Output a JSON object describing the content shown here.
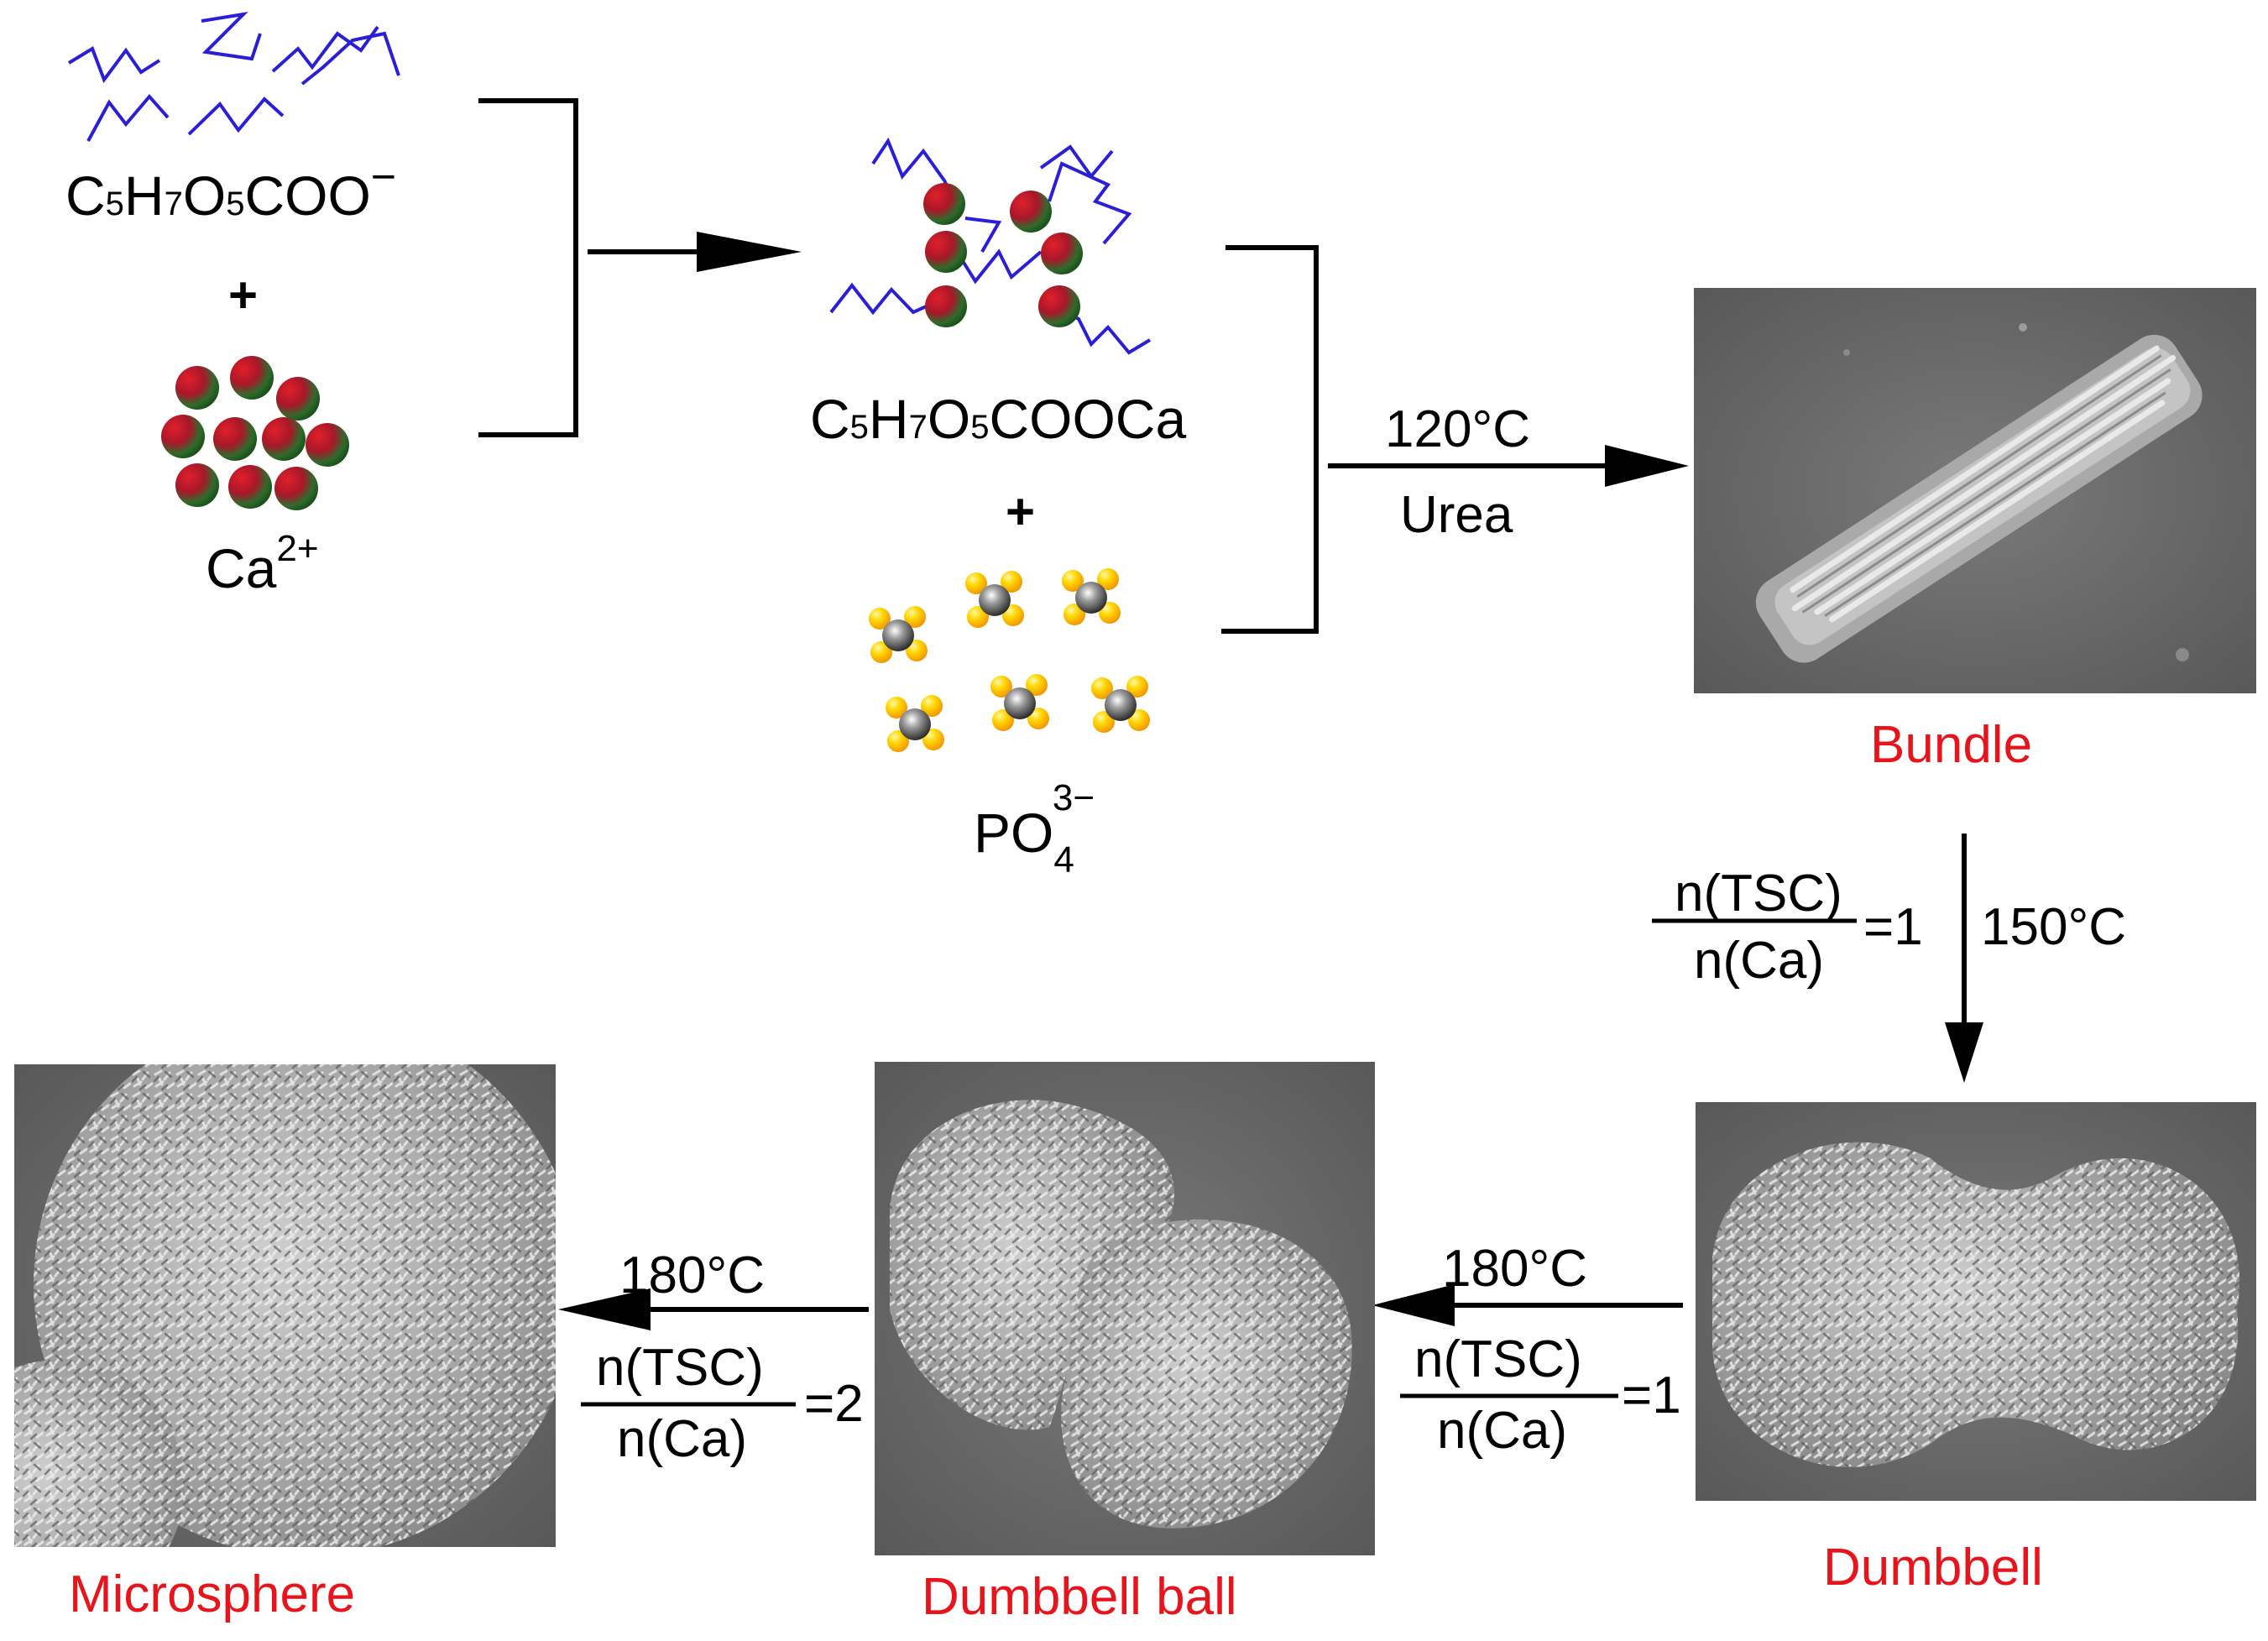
{
  "colors": {
    "chain": "#2b1fd6",
    "caption_red": "#e8141b",
    "arrow": "#000000",
    "sem_background": "#6f6f6f"
  },
  "reactants": {
    "citrate_formula": {
      "main": "C",
      "s1": "5",
      "m2": "H",
      "s2": "7",
      "m3": "O",
      "s3": "5",
      "m4": "COO",
      "charge": "−"
    },
    "plus_1": "+",
    "calcium_ion": {
      "main": "Ca",
      "charge": "2+"
    }
  },
  "intermediate": {
    "calcium_citrate_formula": {
      "main": "C",
      "s1": "5",
      "m2": "H",
      "s2": "7",
      "m3": "O",
      "s3": "5",
      "m4": "COOCa"
    },
    "plus_2": "+",
    "phosphate_ion": {
      "main": "PO",
      "sub": "4",
      "charge": "3−"
    }
  },
  "step1": {
    "temperature": "120°C",
    "reagent": "Urea"
  },
  "step2": {
    "ratio_numerator": "n(TSC)",
    "ratio_denominator": "n(Ca)",
    "ratio_value": "=1",
    "temperature": "150°C"
  },
  "step3": {
    "temperature": "180°C",
    "ratio_numerator": "n(TSC)",
    "ratio_denominator": "n(Ca)",
    "ratio_value": "=1"
  },
  "step4": {
    "temperature": "180°C",
    "ratio_numerator": "n(TSC)",
    "ratio_denominator": "n(Ca)",
    "ratio_value": "=2"
  },
  "products": {
    "bundle": "Bundle",
    "dumbbell": "Dumbbell",
    "dumbbell_ball": "Dumbbell ball",
    "microsphere": "Microsphere"
  }
}
